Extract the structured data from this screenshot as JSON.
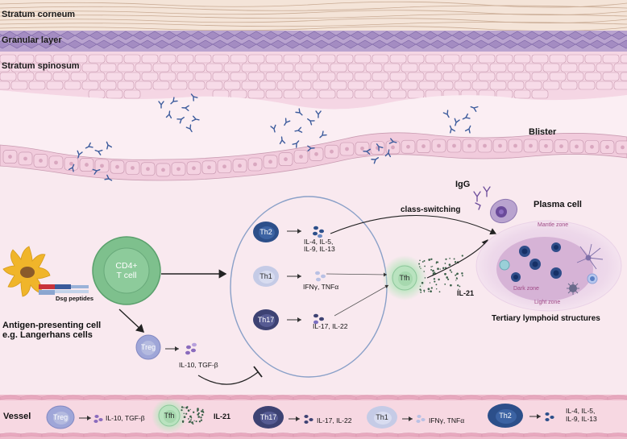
{
  "layers": {
    "stratum_corneum": "Stratum corneum",
    "granular_layer": "Granular layer",
    "stratum_spinosum": "Stratum spinosum",
    "blister": "Blister",
    "vessel": "Vessel"
  },
  "apc": {
    "label_line1": "Antigen-presenting cell",
    "label_line2": "e.g. Langerhans cells",
    "peptides": "Dsg peptides"
  },
  "cd4": {
    "line1": "CD4+",
    "line2": "T cell"
  },
  "subsets": {
    "th2": {
      "name": "Th2",
      "cytokines_line1": "IL-4, IL-5,",
      "cytokines_line2": "IL-9, IL-13"
    },
    "th1": {
      "name": "Th1",
      "cytokines": "IFNγ, TNFα"
    },
    "th17": {
      "name": "Th17",
      "cytokines": "IL-17, IL-22"
    },
    "treg": {
      "name": "Treg",
      "cytokines": "IL-10, TGF-β"
    },
    "tfh": {
      "name": "Tfh",
      "cytokines": "IL-21"
    }
  },
  "labels": {
    "igg": "IgG",
    "plasma_cell": "Plasma cell",
    "class_switching": "class-switching",
    "tls": "Tertiary lymphoid structures",
    "mantle_zone": "Mantle zone",
    "dark_zone": "Dark zone",
    "light_zone": "Light zone"
  },
  "vessel_cells": [
    {
      "name": "Treg",
      "cytokines": "IL-10, TGF-β"
    },
    {
      "name": "Tfh",
      "cytokines": "IL-21"
    },
    {
      "name": "Th17",
      "cytokines": "IL-17, IL-22"
    },
    {
      "name": "Th1",
      "cytokines": "IFNγ, TNFα"
    },
    {
      "name": "Th2",
      "cytokines_line1": "IL-4, IL-5,",
      "cytokines_line2": "IL-9, IL-13"
    }
  ],
  "colors": {
    "background": "#f9e9ef",
    "th2": "#2c4f8a",
    "th1": "#c5cbe6",
    "th17": "#3d4273",
    "treg": "#9fa6d8",
    "tfh": "#b9e3bf",
    "cd4": "#7ec08d",
    "apc": "#f0b52a",
    "antibody": "#3c5b9c",
    "tls": "#e7cfe6"
  }
}
